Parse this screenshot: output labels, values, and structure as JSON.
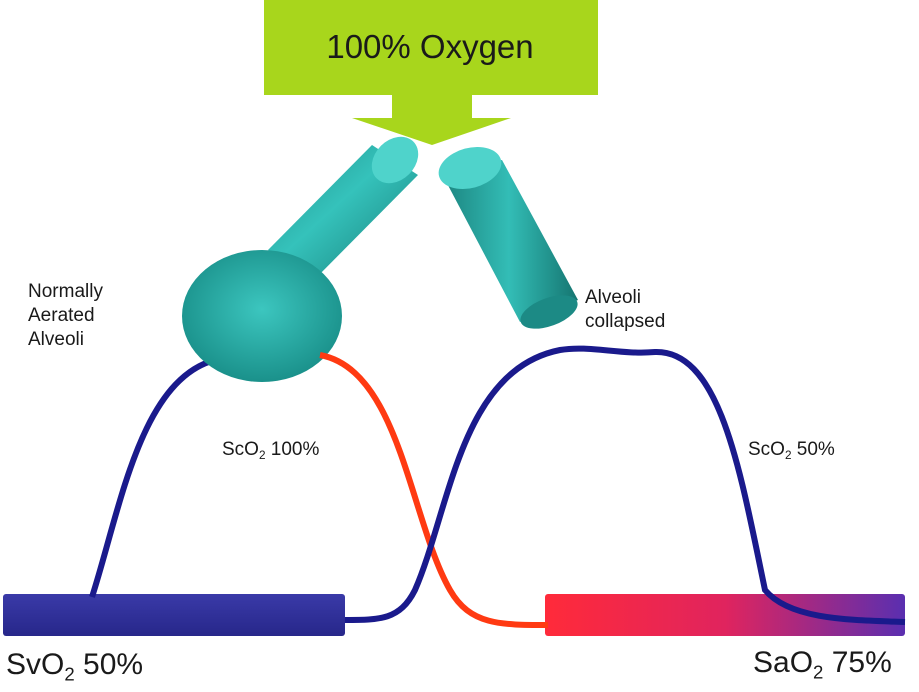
{
  "arrow": {
    "label": "100% Oxygen",
    "color": "#a8d61c"
  },
  "labels": {
    "normal_alveoli": [
      "Normally",
      "Aerated",
      "Alveoli"
    ],
    "collapsed_alveoli": [
      "Alveoli",
      "collapsed"
    ],
    "sco2_left": {
      "prefix": "ScO",
      "sub": "2",
      "suffix": " 100%"
    },
    "sco2_right": {
      "prefix": "ScO",
      "sub": "2",
      "suffix": " 50%"
    },
    "svo2": {
      "prefix": "SvO",
      "sub": "2",
      "suffix": " 50%"
    },
    "sao2": {
      "prefix": "SaO",
      "sub": "2",
      "suffix": " 75%"
    }
  },
  "colors": {
    "airway": "#2bb3ad",
    "venous": "#2c2c96",
    "oxygenated": "#ff3a12",
    "arterial_gradient": [
      "#ff2a3a",
      "#5a2fb0"
    ]
  }
}
